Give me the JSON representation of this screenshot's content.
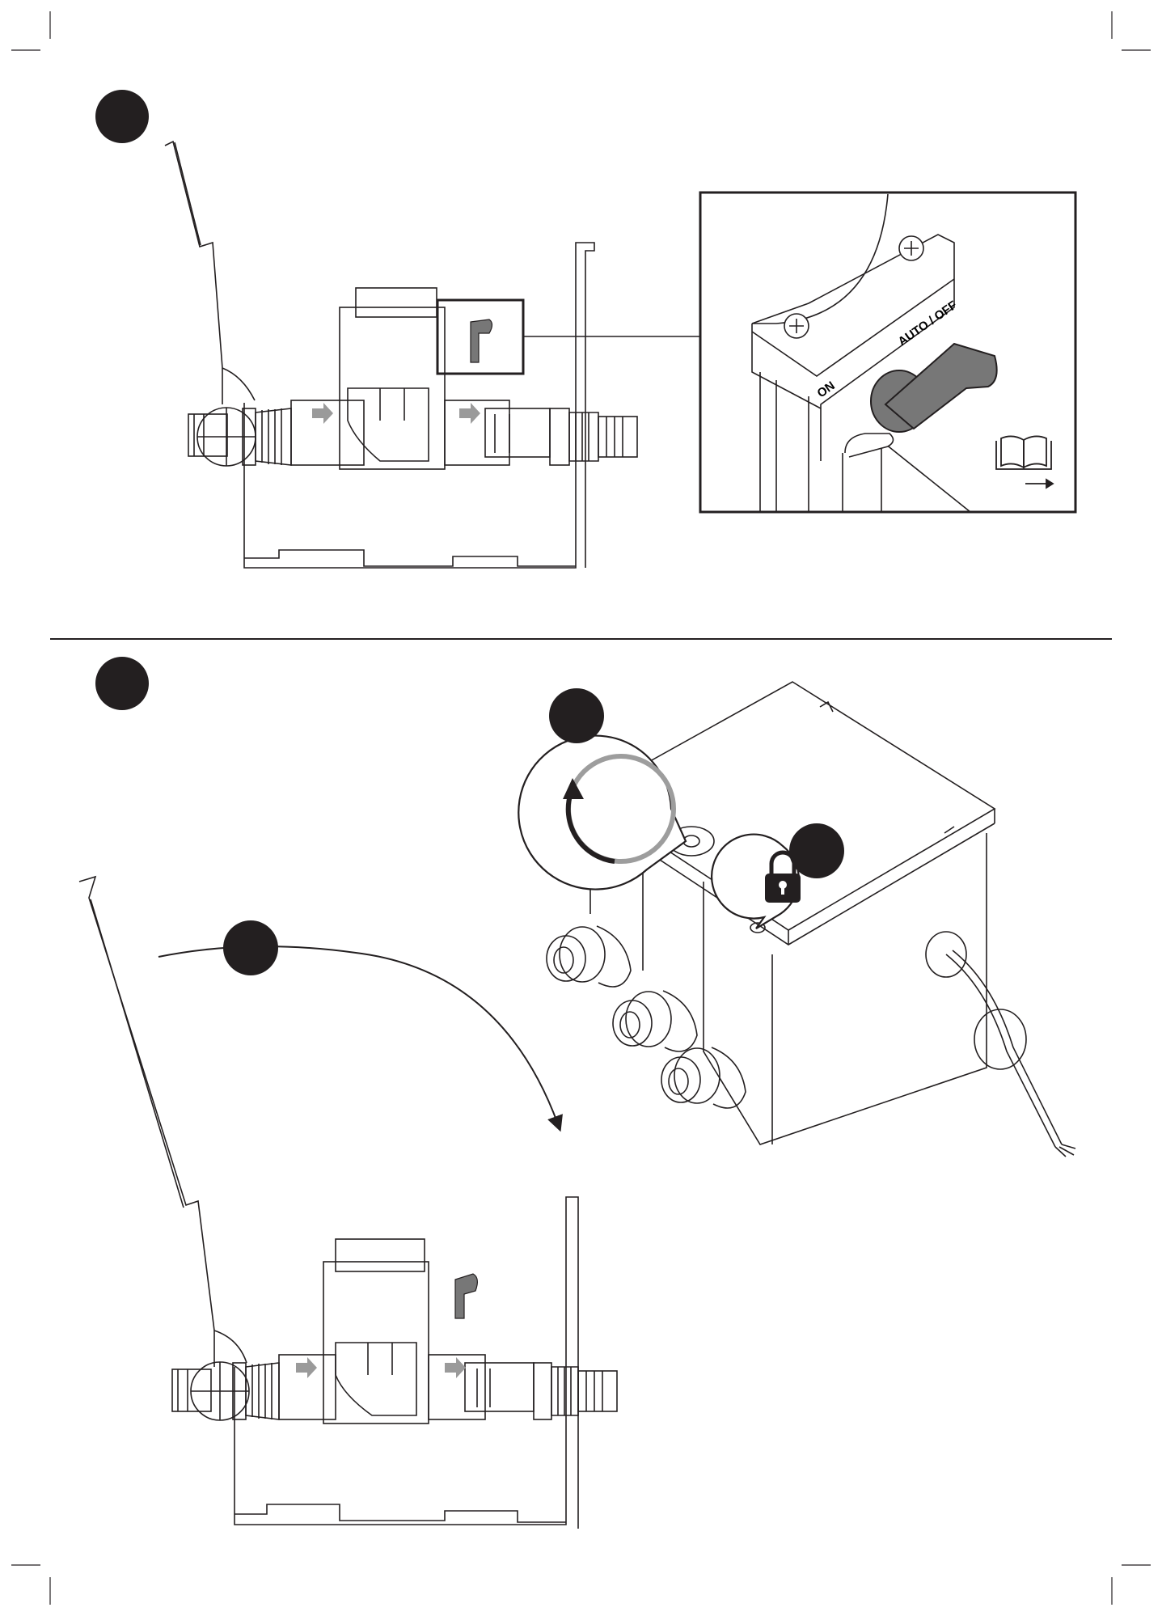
{
  "switch_labels": {
    "on": "ON",
    "auto_off": "AUTO / OFF"
  },
  "icons": {
    "step_marker": "filled-circle-marker",
    "manual": "open-book-icon",
    "rotate": "counterclockwise-rotate-icon",
    "lock": "padlock-icon",
    "screw": "phillips-screw-icon"
  },
  "colors": {
    "ink": "#231f20",
    "lever_gray": "#777777",
    "flow_arrow_gray": "#9a9a9a",
    "ring_gray": "#9d9d9d"
  }
}
